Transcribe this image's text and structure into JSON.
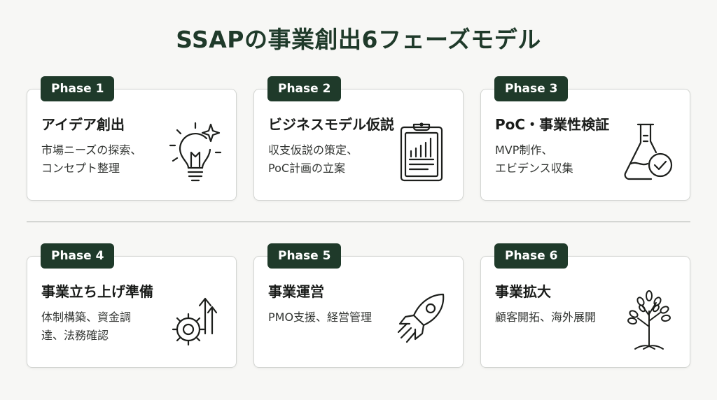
{
  "title": "SSAPの事業創出6フェーズモデル",
  "phases": [
    {
      "badge": "Phase 1",
      "title": "アイデア創出",
      "desc": [
        "市場ニーズの探索、",
        "コンセプト整理"
      ],
      "icon": "lightbulb-sparkle-icon"
    },
    {
      "badge": "Phase 2",
      "title": "ビジネスモデル仮説",
      "desc": [
        "収支仮説の策定、",
        "PoC計画の立案"
      ],
      "icon": "clipboard-chart-icon"
    },
    {
      "badge": "Phase 3",
      "title": "PoC・事業性検証",
      "desc": [
        "MVP制作、",
        "エビデンス収集"
      ],
      "icon": "flask-check-icon"
    },
    {
      "badge": "Phase 4",
      "title": "事業立ち上げ準備",
      "desc": [
        "体制構築、資金調",
        "達、法務確認"
      ],
      "icon": "gear-arrow-up-icon"
    },
    {
      "badge": "Phase 5",
      "title": "事業運営",
      "desc": [
        "PMO支援、経営管理",
        ""
      ],
      "icon": "rocket-icon"
    },
    {
      "badge": "Phase 6",
      "title": "事業拡大",
      "desc": [
        "顧客開拓、海外展開",
        ""
      ],
      "icon": "tree-icon"
    }
  ],
  "colors": {
    "accent": "#1f3a2a",
    "background": "#f7f7f5",
    "card": "#ffffff"
  }
}
